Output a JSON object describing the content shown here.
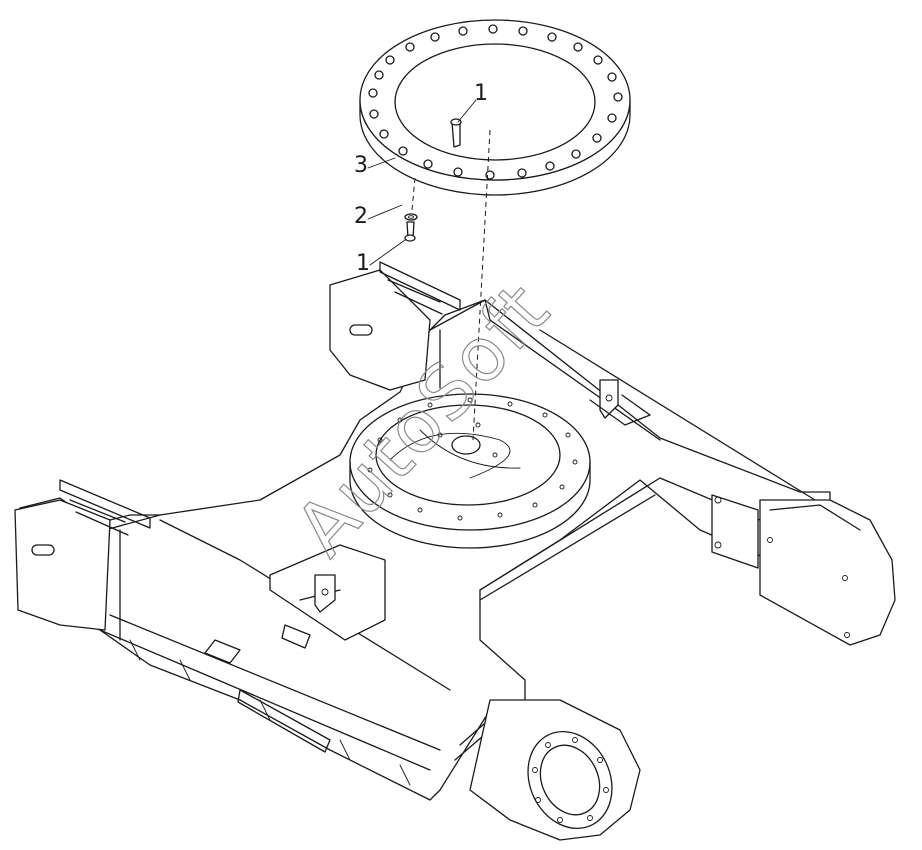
{
  "callouts": [
    {
      "id": "c1a",
      "text": "1"
    },
    {
      "id": "c3",
      "text": "3"
    },
    {
      "id": "c2",
      "text": "2"
    },
    {
      "id": "c1b",
      "text": "1"
    }
  ],
  "watermark": "AutoSoft",
  "colors": {
    "line": "#1a1a1a",
    "background": "#ffffff",
    "watermark": "#8a8a8a"
  }
}
